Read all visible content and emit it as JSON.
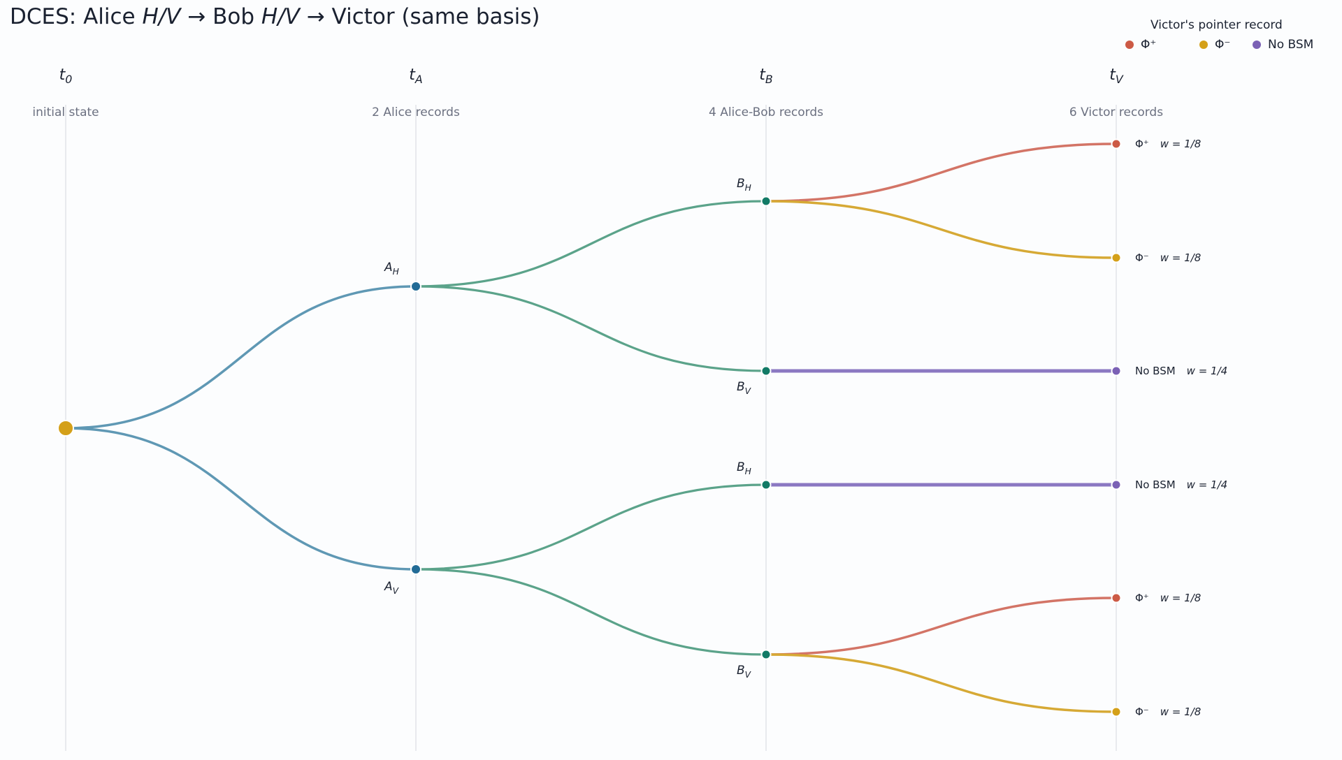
{
  "title": {
    "prefix": "DCES: Alice ",
    "alice_basis": "H/V",
    "arrow1": " → Bob ",
    "bob_basis": "H/V",
    "suffix": " → Victor (same basis)"
  },
  "legend": {
    "title": "Victor's pointer record",
    "items": [
      {
        "label": "Φ⁺",
        "color": "#cc5a45"
      },
      {
        "label": "Φ⁻",
        "color": "#d4a019"
      },
      {
        "label": "No BSM",
        "color": "#7b61b5"
      }
    ]
  },
  "colors": {
    "root": "#d4a019",
    "alice_node": "#226b96",
    "bob_node": "#127a66",
    "edge_root": "#5f98b4",
    "edge_alice": "#5ba38a",
    "phi_plus": "#cc5a45",
    "phi_minus": "#d4a019",
    "no_bsm": "#7b61b5",
    "phi_plus_edge": "#d37466",
    "phi_minus_edge": "#d6a935",
    "no_bsm_edge": "#8b78c2"
  },
  "columns": [
    {
      "id": "t0",
      "base": "t",
      "sub": "0",
      "caption": "initial state"
    },
    {
      "id": "tA",
      "base": "t",
      "sub": "A",
      "caption": "2 Alice records"
    },
    {
      "id": "tB",
      "base": "t",
      "sub": "B",
      "caption": "4 Alice-Bob records"
    },
    {
      "id": "tV",
      "base": "t",
      "sub": "V",
      "caption": "6 Victor records"
    }
  ],
  "alice_nodes": [
    {
      "base": "A",
      "sub": "H"
    },
    {
      "base": "A",
      "sub": "V"
    }
  ],
  "bob_nodes": [
    {
      "base": "B",
      "sub": "H",
      "parent": 0
    },
    {
      "base": "B",
      "sub": "V",
      "parent": 0
    },
    {
      "base": "B",
      "sub": "H",
      "parent": 1
    },
    {
      "base": "B",
      "sub": "V",
      "parent": 1
    }
  ],
  "leaves": [
    {
      "parent": 0,
      "record": "phi_plus",
      "label": "Φ⁺",
      "weight": "w = 1/8"
    },
    {
      "parent": 0,
      "record": "phi_minus",
      "label": "Φ⁻",
      "weight": "w = 1/8"
    },
    {
      "parent": 1,
      "record": "no_bsm",
      "label": "No BSM",
      "weight": "w = 1/4"
    },
    {
      "parent": 2,
      "record": "no_bsm",
      "label": "No BSM",
      "weight": "w = 1/4"
    },
    {
      "parent": 3,
      "record": "phi_plus",
      "label": "Φ⁺",
      "weight": "w = 1/8"
    },
    {
      "parent": 3,
      "record": "phi_minus",
      "label": "Φ⁻",
      "weight": "w = 1/8"
    }
  ]
}
